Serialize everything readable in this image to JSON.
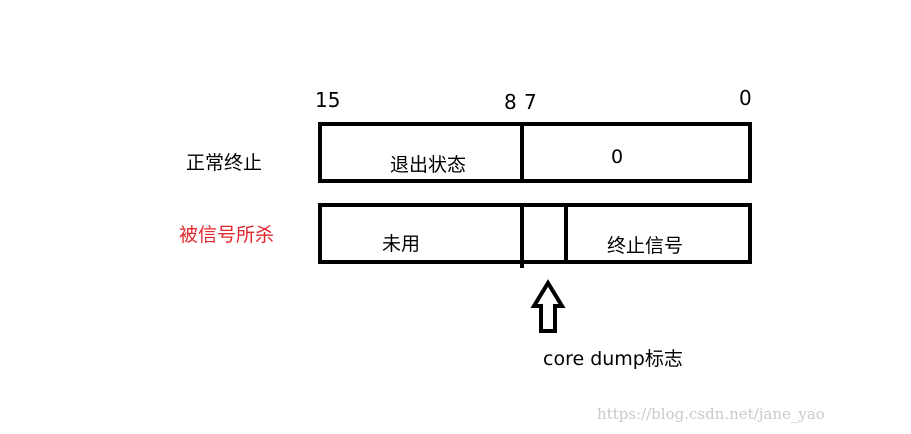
{
  "bits": {
    "b15": "15",
    "b8": "8",
    "b7": "7",
    "b0": "0"
  },
  "rows": {
    "normal": {
      "label": "正常终止",
      "high": "退出状态",
      "low": "0"
    },
    "signal": {
      "label": "被信号所杀",
      "high": "未用",
      "low": "终止信号"
    }
  },
  "arrow_label": "core dump标志",
  "watermark": "https://blog.csdn.net/jane_yao",
  "colors": {
    "signal_label": "#e0282e",
    "line": "#000000",
    "watermark": "#c9c9c9"
  }
}
